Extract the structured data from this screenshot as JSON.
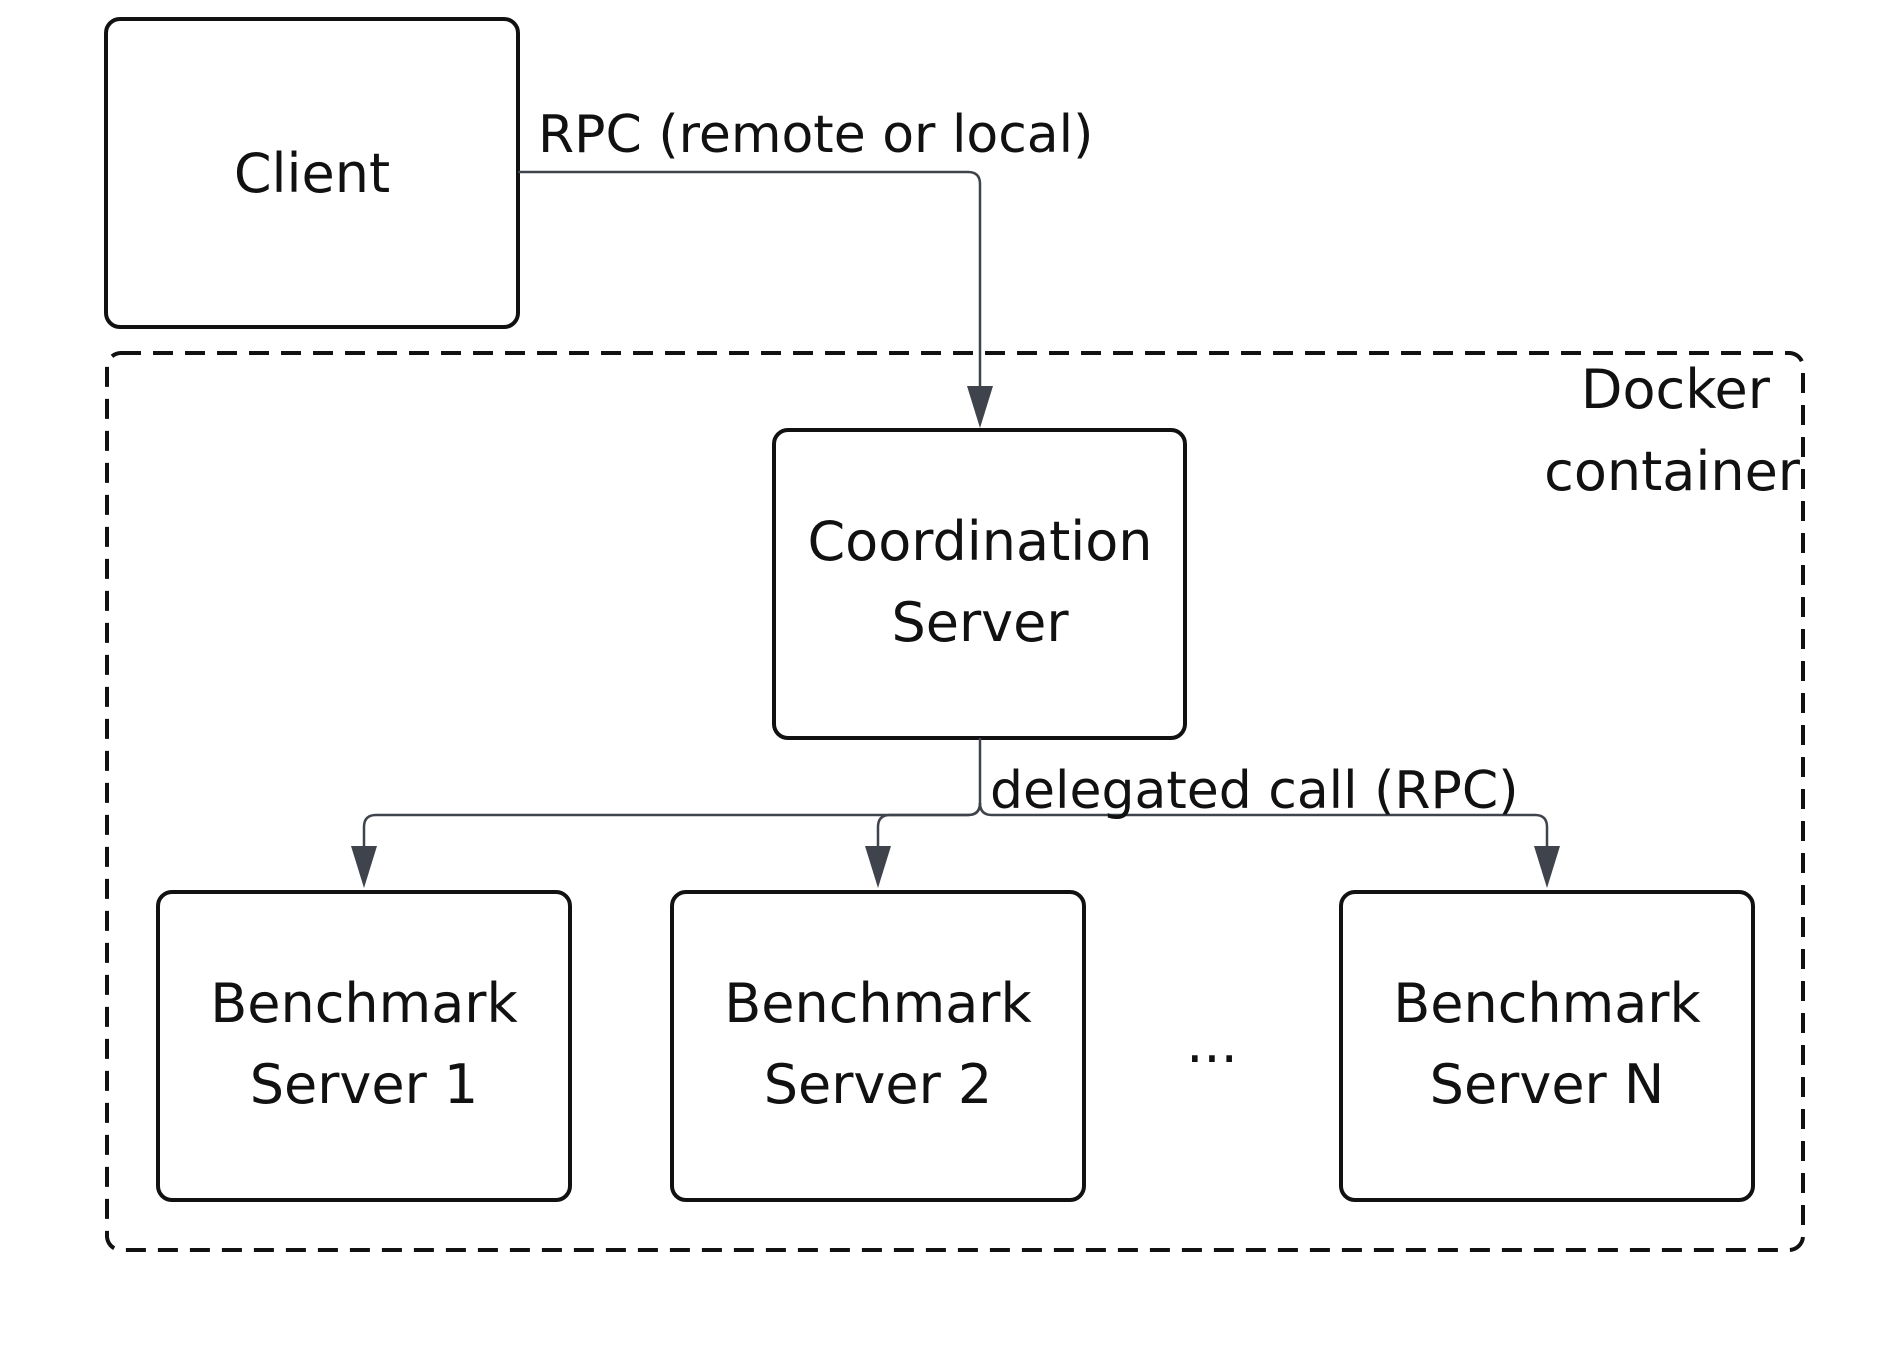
{
  "nodes": {
    "client": {
      "label": "Client"
    },
    "coordination_server": {
      "line1": "Coordination",
      "line2": "Server"
    },
    "benchmark_server_1": {
      "line1": "Benchmark",
      "line2": "Server 1"
    },
    "benchmark_server_2": {
      "line1": "Benchmark",
      "line2": "Server 2"
    },
    "benchmark_server_n": {
      "line1": "Benchmark",
      "line2": "Server N"
    },
    "ellipsis": "..."
  },
  "container": {
    "line1": "Docker",
    "line2": "container"
  },
  "edges": {
    "client_to_coordination": {
      "label": "RPC (remote or local)"
    },
    "coordination_to_benchmarks": {
      "label": "delegated call (RPC)"
    }
  },
  "colors": {
    "stroke": "#111111",
    "edge": "#3f434b",
    "background": "#ffffff"
  }
}
